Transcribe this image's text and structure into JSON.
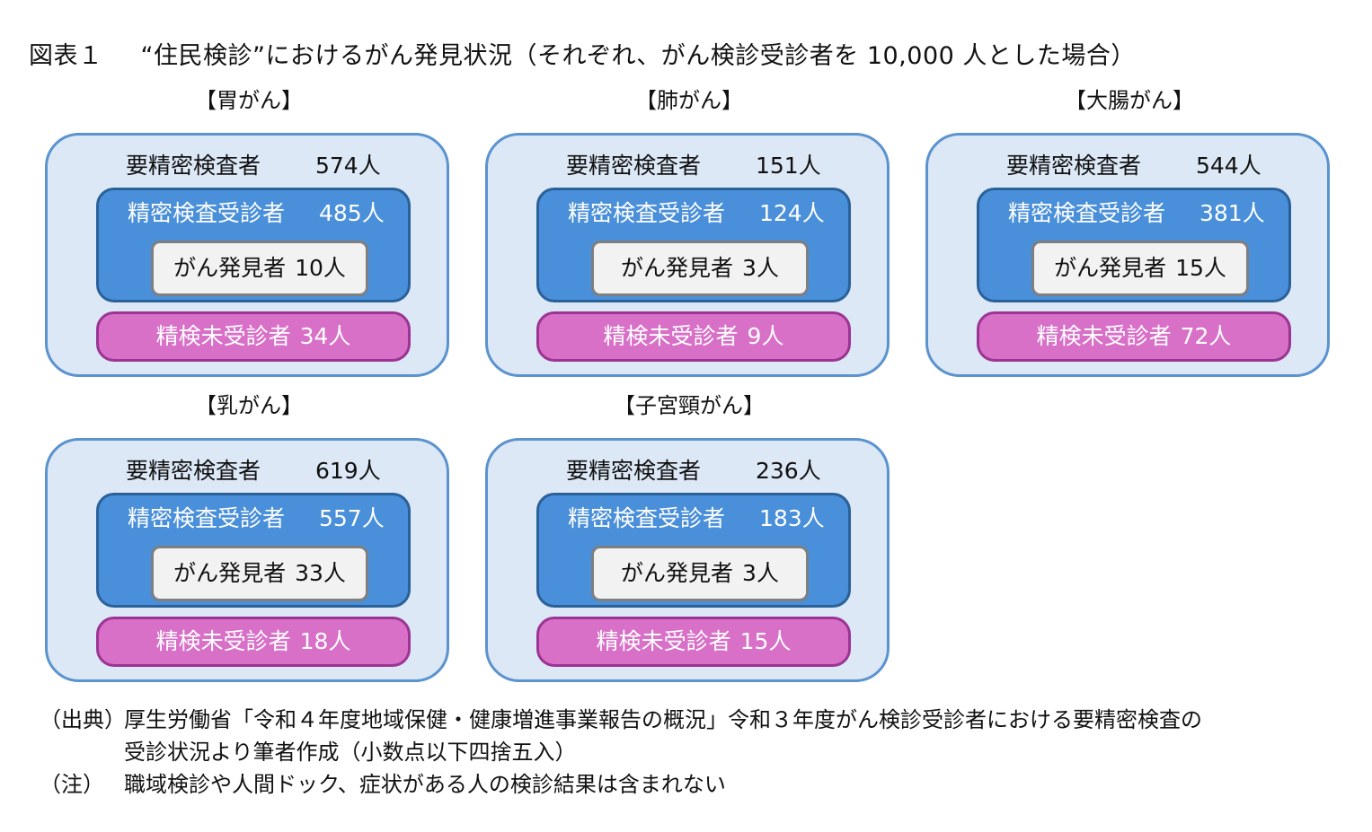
{
  "title": {
    "figure_number": "図表１",
    "text": "“住民検診”におけるがん発見状況（それぞれ、がん検診受診者を 10,000 人とした場合）"
  },
  "labels": {
    "required": "要精密検査者",
    "examined": "精密検査受診者",
    "found": "がん発見者",
    "unexamined": "精検未受診者",
    "unit": "人"
  },
  "panels": [
    {
      "name": "【胃がん】",
      "required": 574,
      "examined": 485,
      "found": 10,
      "unexamined": 34
    },
    {
      "name": "【肺がん】",
      "required": 151,
      "examined": 124,
      "found": 3,
      "unexamined": 9
    },
    {
      "name": "【大腸がん】",
      "required": 544,
      "examined": 381,
      "found": 15,
      "unexamined": 72
    },
    {
      "name": "【乳がん】",
      "required": 619,
      "examined": 557,
      "found": 33,
      "unexamined": 18
    },
    {
      "name": "【子宮頸がん】",
      "required": 236,
      "examined": 183,
      "found": 3,
      "unexamined": 15
    }
  ],
  "notes": {
    "source_tag": "（出典）",
    "source_line1": "厚生労働省「令和４年度地域保健・健康増進事業報告の概況」令和３年度がん検診受診者における要精密検査の",
    "source_line2": "受診状況より筆者作成（小数点以下四捨五入）",
    "note_tag": "（注）",
    "note_text": "職域検診や人間ドック、症状がある人の検診結果は含まれない"
  },
  "colors": {
    "outer_fill": "#dce8f6",
    "outer_border": "#5b93cf",
    "mid_fill": "#4a8fd9",
    "mid_border": "#2a6199",
    "inner_fill": "#f2f2f2",
    "pink_fill": "#d870c8",
    "pink_border": "#9b3493"
  }
}
